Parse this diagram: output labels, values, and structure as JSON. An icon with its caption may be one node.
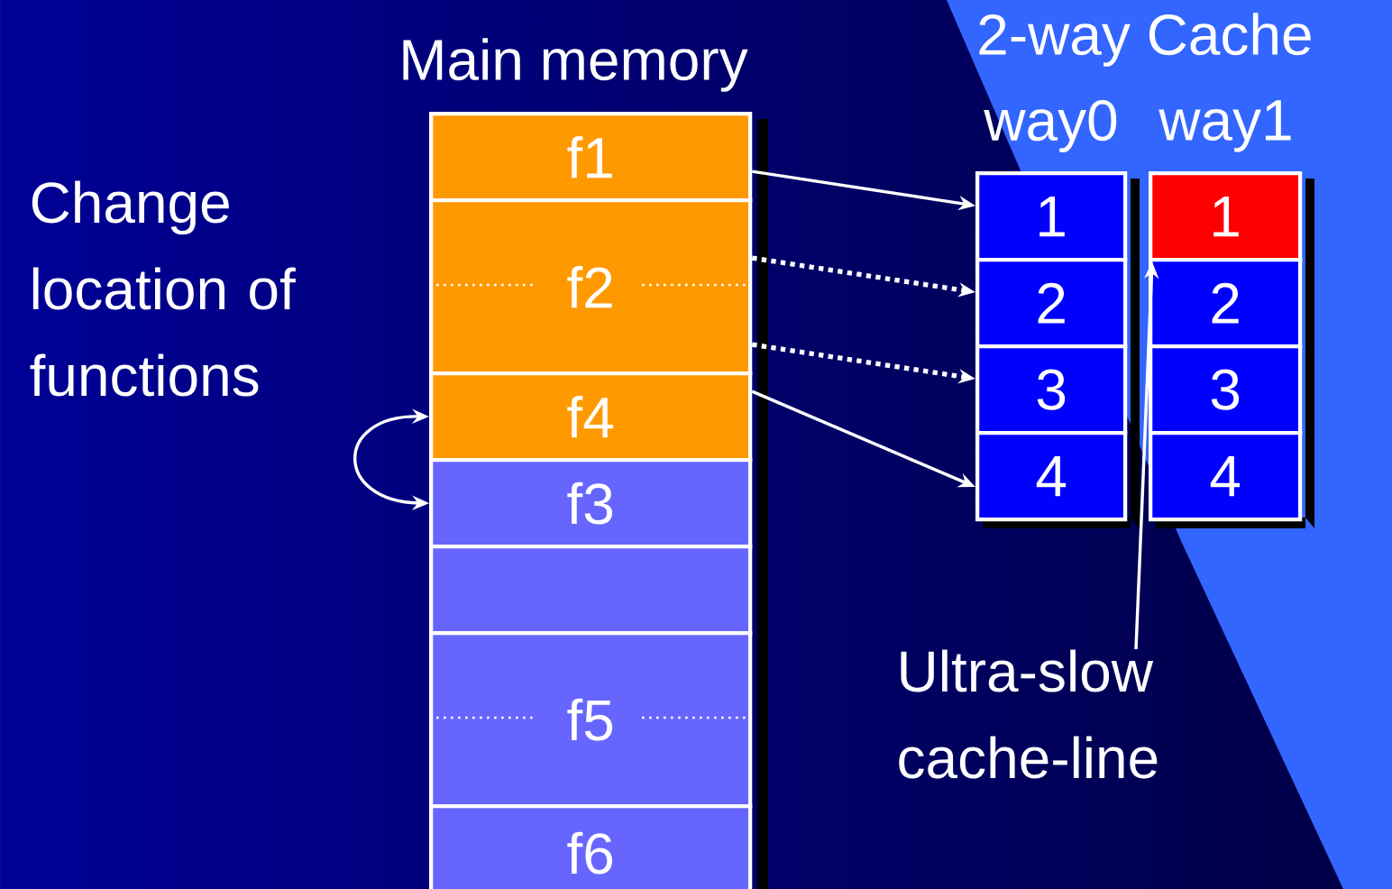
{
  "diagram": {
    "nodes": [
      {
        "text": [
          "f1"
        ]
      },
      {
        "text": [
          "f2"
        ]
      },
      {
        "text": [
          "f4"
        ]
      },
      {
        "text": [
          "f3"
        ]
      },
      {
        "text": [],
        "shape": "box"
      },
      {
        "text": [
          "f5"
        ]
      },
      {
        "text": [
          "f6"
        ]
      },
      {
        "text": [
          "1"
        ]
      },
      {
        "text": [
          "2"
        ]
      },
      {
        "text": [
          "3"
        ]
      },
      {
        "text": [
          "4"
        ]
      },
      {
        "text": [
          "1"
        ]
      },
      {
        "text": [
          "2"
        ]
      },
      {
        "text": [
          "3"
        ]
      },
      {
        "text": [
          "4"
        ]
      },
      {
        "text": [
          "Ultra-slow cache-line"
        ]
      }
    ],
    "edges": [
      {
        "from": 0,
        "to": 7,
        "arrow": "to"
      },
      {
        "from": 1,
        "to": 8,
        "arrow": "to",
        "style": "dashed"
      },
      {
        "from": 1,
        "to": 9,
        "arrow": "to",
        "style": "dashed"
      },
      {
        "from": 2,
        "to": 10,
        "arrow": "to"
      },
      {
        "from": 2,
        "to": 3,
        "arrow": "both"
      },
      {
        "from": 15,
        "to": 11,
        "arrow": "to"
      }
    ],
    "labels": [
      "Main memory",
      "2-way Cache",
      "way0",
      "way1",
      "Change location of functions"
    ]
  }
}
